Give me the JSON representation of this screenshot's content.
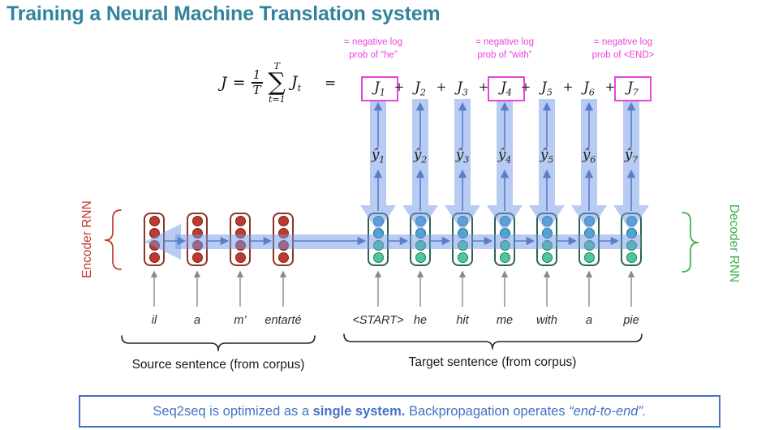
{
  "title": "Training a Neural Machine Translation system",
  "formula": {
    "lhs": "J",
    "eq": "=",
    "frac_num": "1",
    "frac_den": "T",
    "sum_upper": "T",
    "sigma": "∑",
    "sum_lower": "t=1",
    "term_base": "J",
    "term_sub": "t",
    "eq2": "="
  },
  "annotations": [
    {
      "line1": "= negative log",
      "line2": "prob of “he”"
    },
    {
      "line1": "= negative log",
      "line2": "prob of “with”"
    },
    {
      "line1": "= negative log",
      "line2": "prob of <END>"
    }
  ],
  "loss_row": {
    "plus": "+",
    "terms": [
      {
        "base": "J",
        "sub": "1",
        "boxed": true
      },
      {
        "base": "J",
        "sub": "2",
        "boxed": false
      },
      {
        "base": "J",
        "sub": "3",
        "boxed": false
      },
      {
        "base": "J",
        "sub": "4",
        "boxed": true
      },
      {
        "base": "J",
        "sub": "5",
        "boxed": false
      },
      {
        "base": "J",
        "sub": "6",
        "boxed": false
      },
      {
        "base": "J",
        "sub": "7",
        "boxed": true
      }
    ]
  },
  "yhat_row": {
    "terms": [
      {
        "base": "ŷ",
        "sub": "1"
      },
      {
        "base": "ŷ",
        "sub": "2"
      },
      {
        "base": "ŷ",
        "sub": "3"
      },
      {
        "base": "ŷ",
        "sub": "4"
      },
      {
        "base": "ŷ",
        "sub": "5"
      },
      {
        "base": "ŷ",
        "sub": "6"
      },
      {
        "base": "ŷ",
        "sub": "7"
      }
    ]
  },
  "encoder": {
    "label": "Encoder RNN",
    "words": [
      "il",
      "a",
      "m’",
      "entarté"
    ]
  },
  "decoder": {
    "label": "Decoder RNN",
    "words": [
      "<START>",
      "he",
      "hit",
      "me",
      "with",
      "a",
      "pie"
    ]
  },
  "captions": {
    "source": "Source sentence (from corpus)",
    "target": "Target sentence (from corpus)"
  },
  "footer": {
    "text1": "Seq2seq is optimized as a ",
    "bold": "single system.",
    "text2": " Backpropagation operates ",
    "italic": "“end-to-end”."
  },
  "colors": {
    "title": "#31849B",
    "magenta": "#E845DC",
    "band_blue": "#6F97E8",
    "arrow_blue": "#5B7CC9",
    "encoder_red": "#C0392B",
    "encoder_box_border": "#8E3425",
    "encoder_cell": "#BE3A2E",
    "decoder_green": "#3FAE49",
    "decoder_box_border": "#2C6450",
    "decoder_cell_blue": "#4BA6CE",
    "decoder_cell_green": "#4EC79A",
    "gray_arrow": "#8A8A8A",
    "footer_blue": "#4472C4"
  }
}
